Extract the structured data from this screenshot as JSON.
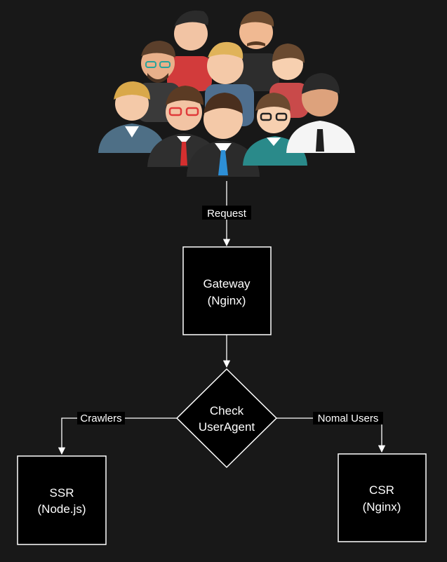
{
  "diagram": {
    "users_icon": "crowd-of-users-icon",
    "edges": {
      "request": "Request",
      "crawlers": "Crawlers",
      "normal_users": "Nomal Users"
    },
    "nodes": {
      "gateway": {
        "line1": "Gateway",
        "line2": "(Nginx)"
      },
      "check": {
        "line1": "Check",
        "line2": "UserAgent"
      },
      "ssr": {
        "line1": "SSR",
        "line2": "(Node.js)"
      },
      "csr": {
        "line1": "CSR",
        "line2": "(Nginx)"
      }
    },
    "colors": {
      "background": "#181818",
      "node_fill": "#000000",
      "stroke": "#ffffff",
      "text": "#ffffff"
    }
  }
}
